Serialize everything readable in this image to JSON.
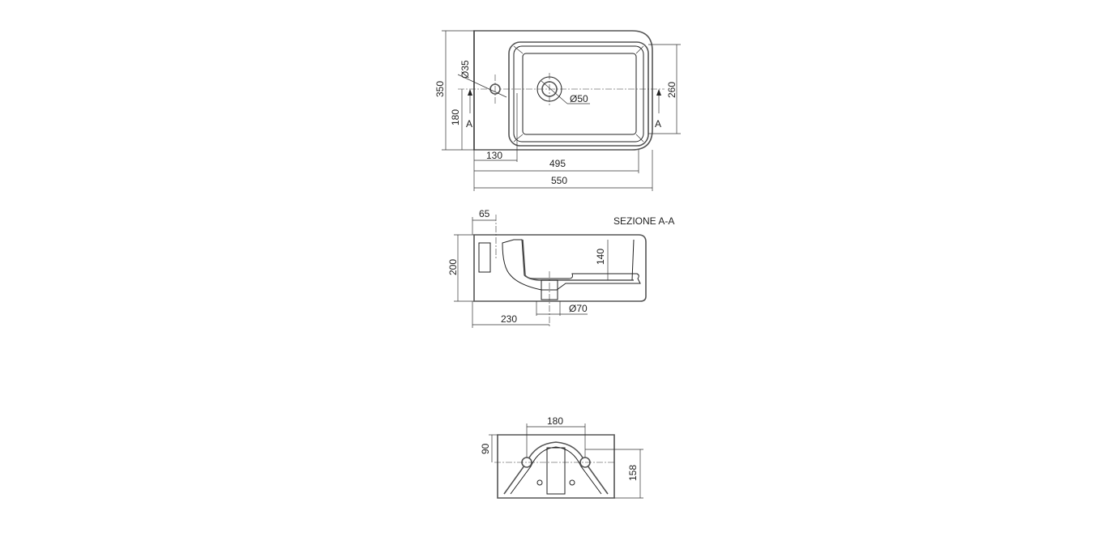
{
  "top_view": {
    "dim_width_total": "550",
    "dim_width_basin": "495",
    "dim_tap_offset": "130",
    "dim_depth_total": "350",
    "dim_axis": "180",
    "dim_basin_depth": "260",
    "tap_hole": "Ø35",
    "drain": "Ø50",
    "section_mark_left": "A",
    "section_mark_right": "A"
  },
  "section_view": {
    "title": "SEZIONE A-A",
    "dim_65": "65",
    "dim_height": "200",
    "dim_bowl_depth": "140",
    "dim_drain": "Ø70",
    "dim_drain_offset": "230"
  },
  "back_view": {
    "dim_fixing_spacing": "180",
    "dim_fixing_height": "90",
    "dim_height": "158"
  }
}
